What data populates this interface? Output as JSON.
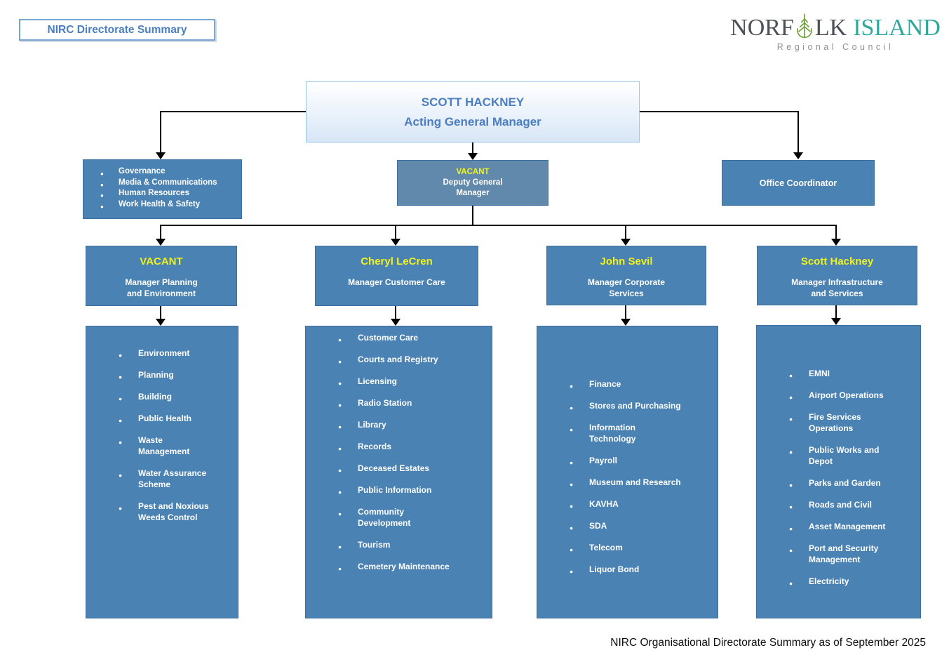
{
  "header": {
    "title": "NIRC Directorate Summary"
  },
  "logo": {
    "name_prefix": "NORF",
    "name_suffix": "LK",
    "name_second_word": "ISLAND",
    "tagline": "Regional Council",
    "tree_icon": "pine-tree-icon"
  },
  "footer": {
    "caption": "NIRC Organisational Directorate Summary as of September 2025"
  },
  "colors": {
    "box_blue": "#4a82b4",
    "box_blue_muted": "#6189ab",
    "vacant_yellow": "#f2f21a",
    "accent_text_blue": "#4a7ec0",
    "logo_teal": "#2ea79c",
    "logo_green": "#71a33f",
    "logo_gray": "#4b5157"
  },
  "org": {
    "general_manager": {
      "name": "SCOTT HACKNEY",
      "title": "Acting General Manager"
    },
    "executive_support": {
      "items": [
        "Governance",
        "Media & Communications",
        "Human Resources",
        "Work Health & Safety"
      ]
    },
    "deputy_general_manager": {
      "name": "VACANT",
      "title": "Deputy General\nManager"
    },
    "office_coordinator": {
      "label": "Office Coordinator"
    },
    "directorates": [
      {
        "manager": "VACANT",
        "title": "Manager Planning\nand Environment",
        "items": [
          "Environment",
          "Planning",
          "Building",
          "Public Health",
          "Waste\nManagement",
          "Water Assurance\nScheme",
          "Pest and Noxious\nWeeds Control"
        ]
      },
      {
        "manager": "Cheryl LeCren",
        "title": "Manager Customer Care",
        "items": [
          "Customer Care",
          "Courts and Registry",
          "Licensing",
          "Radio Station",
          "Library",
          "Records",
          "Deceased Estates",
          "Public Information",
          "Community\nDevelopment",
          "Tourism",
          "Cemetery Maintenance"
        ]
      },
      {
        "manager": "John Sevil",
        "title": "Manager Corporate\nServices",
        "items": [
          "Finance",
          "Stores and Purchasing",
          "Information\nTechnology",
          "Payroll",
          "Museum and Research",
          "KAVHA",
          "SDA",
          "Telecom",
          "Liquor Bond"
        ]
      },
      {
        "manager": "Scott Hackney",
        "title": "Manager Infrastructure\nand Services",
        "items": [
          "EMNI",
          "Airport Operations",
          "Fire Services\nOperations",
          "Public Works and\nDepot",
          "Parks and Garden",
          "Roads and Civil",
          "Asset Management",
          "Port and Security\nManagement",
          "Electricity"
        ]
      }
    ]
  }
}
